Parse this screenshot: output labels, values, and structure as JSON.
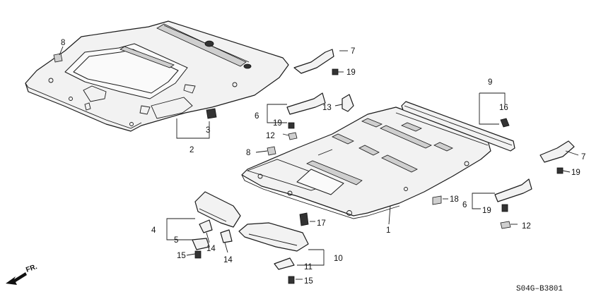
{
  "diagram": {
    "code": "S04G–B3801",
    "direction_label": "FR.",
    "callouts": {
      "c1": "1",
      "c2": "2",
      "c3": "3",
      "c4": "4",
      "c5": "5",
      "c6a": "6",
      "c6b": "6",
      "c7a": "7",
      "c7b": "7",
      "c8a": "8",
      "c8b": "8",
      "c9": "9",
      "c10": "10",
      "c11": "11",
      "c12a": "12",
      "c12b": "12",
      "c13": "13",
      "c14a": "14",
      "c14b": "14",
      "c15a": "15",
      "c15b": "15",
      "c16": "16",
      "c17": "17",
      "c18": "18",
      "c19a": "19",
      "c19b": "19",
      "c19c": "19",
      "c19d": "19"
    }
  }
}
